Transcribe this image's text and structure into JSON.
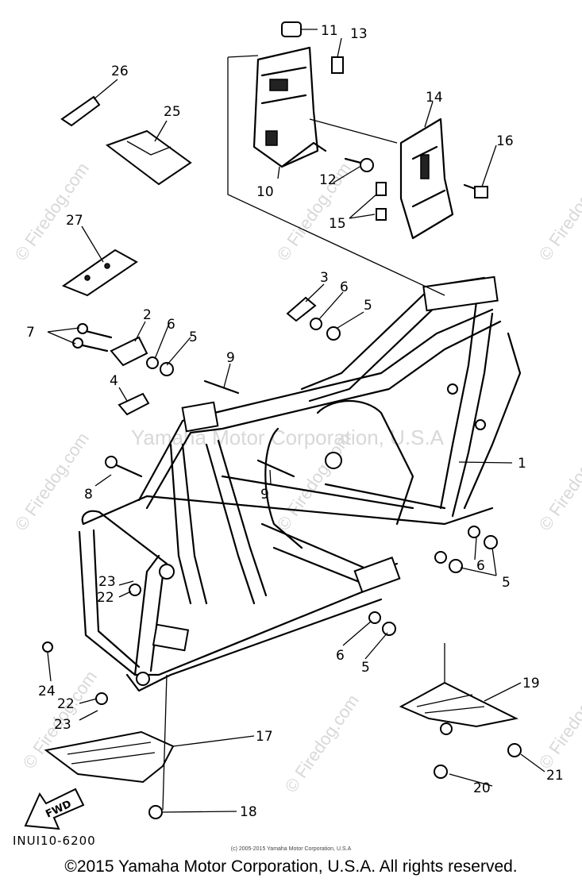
{
  "diagram": {
    "code": "INUI10-6200",
    "arrow_label": "FWD",
    "watermarks": [
      "© Firedog.com",
      "Yamaha Motor Corporation, U.S.A"
    ],
    "small_copyright": "(c) 2005-2015 Yamaha Motor Corporation, U.S.A",
    "parts": [
      {
        "id": "p1",
        "label": "1"
      },
      {
        "id": "p2",
        "label": "2"
      },
      {
        "id": "p3",
        "label": "3"
      },
      {
        "id": "p4",
        "label": "4"
      },
      {
        "id": "p5a",
        "label": "5"
      },
      {
        "id": "p5b",
        "label": "5"
      },
      {
        "id": "p5c",
        "label": "5"
      },
      {
        "id": "p5d",
        "label": "5"
      },
      {
        "id": "p6a",
        "label": "6"
      },
      {
        "id": "p6b",
        "label": "6"
      },
      {
        "id": "p6c",
        "label": "6"
      },
      {
        "id": "p6d",
        "label": "6"
      },
      {
        "id": "p7",
        "label": "7"
      },
      {
        "id": "p8",
        "label": "8"
      },
      {
        "id": "p9a",
        "label": "9"
      },
      {
        "id": "p9b",
        "label": "9"
      },
      {
        "id": "p10",
        "label": "10"
      },
      {
        "id": "p11",
        "label": "11"
      },
      {
        "id": "p12",
        "label": "12"
      },
      {
        "id": "p13",
        "label": "13"
      },
      {
        "id": "p14",
        "label": "14"
      },
      {
        "id": "p15",
        "label": "15"
      },
      {
        "id": "p16",
        "label": "16"
      },
      {
        "id": "p17",
        "label": "17"
      },
      {
        "id": "p18",
        "label": "18"
      },
      {
        "id": "p19",
        "label": "19"
      },
      {
        "id": "p20",
        "label": "20"
      },
      {
        "id": "p21",
        "label": "21"
      },
      {
        "id": "p22a",
        "label": "22"
      },
      {
        "id": "p22b",
        "label": "22"
      },
      {
        "id": "p23a",
        "label": "23"
      },
      {
        "id": "p23b",
        "label": "23"
      },
      {
        "id": "p24",
        "label": "24"
      },
      {
        "id": "p25",
        "label": "25"
      },
      {
        "id": "p26",
        "label": "26"
      },
      {
        "id": "p27",
        "label": "27"
      }
    ]
  },
  "footer": {
    "copyright": "©2015 Yamaha Motor Corporation, U.S.A. All rights reserved."
  }
}
